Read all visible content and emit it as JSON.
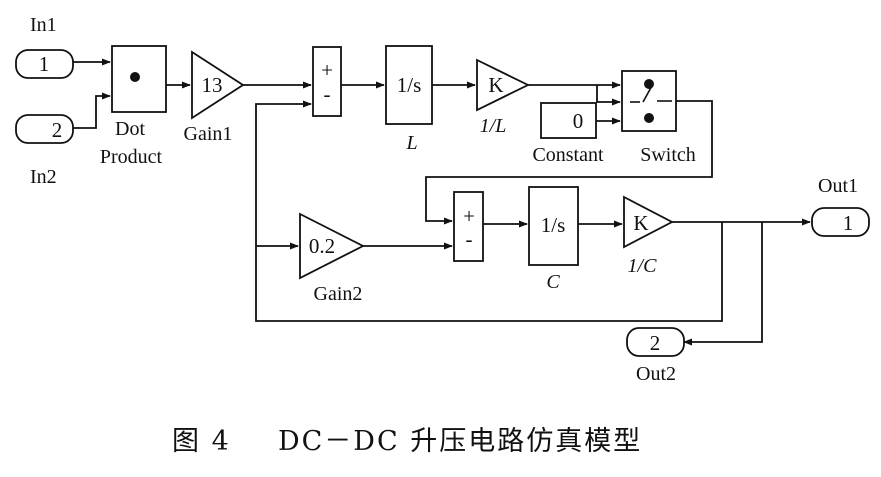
{
  "blocks": {
    "in1": {
      "value": "1",
      "name": "In1"
    },
    "in2": {
      "value": "2",
      "name": "In2"
    },
    "dot_product": {
      "line1": "Dot",
      "line2": "Product"
    },
    "gain1": {
      "value": "13",
      "name": "Gain1"
    },
    "sum1": {
      "plus": "+",
      "minus": "-"
    },
    "integrator_l": {
      "value": "1/s",
      "name": "L"
    },
    "gain_inv_l": {
      "value": "K",
      "name": "1/L"
    },
    "constant": {
      "value": "0",
      "name": "Constant"
    },
    "switch": {
      "name": "Switch"
    },
    "sum2": {
      "plus": "+",
      "minus": "-"
    },
    "gain2": {
      "value": "0.2",
      "name": "Gain2"
    },
    "integrator_c": {
      "value": "1/s",
      "name": "C"
    },
    "gain_inv_c": {
      "value": "K",
      "name": "1/C"
    },
    "out1": {
      "value": "1",
      "name": "Out1"
    },
    "out2": {
      "value": "2",
      "name": "Out2"
    }
  },
  "caption": {
    "figure": "图 4",
    "title": "DC－DC 升压电路仿真模型"
  }
}
